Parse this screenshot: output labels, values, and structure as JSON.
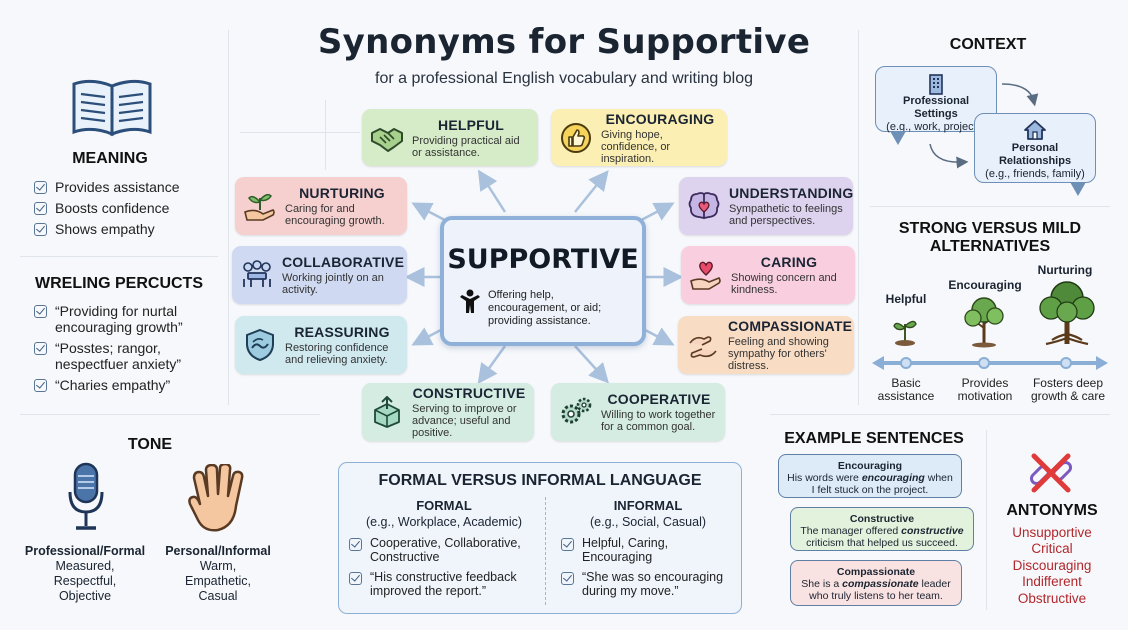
{
  "title": "Synonyms for Supportive",
  "subtitle": "for a professional English vocabulary and writing blog",
  "meaning": {
    "heading": "MEANING",
    "items": [
      "Provides assistance",
      "Boosts confidence",
      "Shows empathy"
    ]
  },
  "usage": {
    "heading": "WRELING PERCUCTS",
    "items": [
      "“Providing for nurtal encouraging growth”",
      "“Posstes; rangor, nespectfuer anxiety”",
      "“Charies empathy”"
    ]
  },
  "tone": {
    "heading": "TONE",
    "formal_label": "Professional/Formal",
    "formal_desc": "Measured, Respectful, Objective",
    "informal_label": "Personal/Informal",
    "informal_desc": "Warm, Empathetic, Casual"
  },
  "center": {
    "title": "SUPPORTIVE",
    "desc": "Offering help, encouragement, or aid; providing assistance."
  },
  "synonyms": {
    "helpful": {
      "title": "HELPFUL",
      "desc": "Providing practical aid or assistance.",
      "icon": "handshake-icon"
    },
    "encouraging": {
      "title": "ENCOURAGING",
      "desc": "Giving hope, confidence, or inspiration.",
      "icon": "thumbs-up-icon"
    },
    "nurturing": {
      "title": "NURTURING",
      "desc": "Caring for and encouraging growth.",
      "icon": "seedling-hand-icon"
    },
    "understanding": {
      "title": "UNDERSTANDING",
      "desc": "Sympathetic to feelings and perspectives.",
      "icon": "brain-heart-icon"
    },
    "collaborative": {
      "title": "COLLABORATIVE",
      "desc": "Working jointly on an activity.",
      "icon": "team-table-icon"
    },
    "caring": {
      "title": "CARING",
      "desc": "Showing concern and kindness.",
      "icon": "heart-hand-icon"
    },
    "reassuring": {
      "title": "REASSURING",
      "desc": "Restoring confidence and relieving anxiety.",
      "icon": "shield-wave-icon"
    },
    "compassionate": {
      "title": "COMPASSIONATE",
      "desc": "Feeling and showing sympathy for others' distress.",
      "icon": "giving-hands-icon"
    },
    "constructive": {
      "title": "CONSTRUCTIVE",
      "desc": "Serving to improve or advance; useful and positive.",
      "icon": "box-arrow-icon"
    },
    "cooperative": {
      "title": "COOPERATIVE",
      "desc": "Willing to work together for a common goal.",
      "icon": "gears-icon"
    }
  },
  "context": {
    "heading": "CONTEXT",
    "professional_title": "Professional Settings",
    "professional_sub": "(e.g., work, projects)",
    "personal_title": "Personal Relationships",
    "personal_sub": "(e.g., friends, family)"
  },
  "strength": {
    "heading": "STRONG VERSUS MILD ALTERNATIVES",
    "helpful_label": "Helpful",
    "encouraging_label": "Encouraging",
    "nurturing_label": "Nurturing",
    "basic": "Basic assistance",
    "provides": "Provides motivation",
    "fosters": "Fosters deep growth & care",
    "accent": "#8aaed6"
  },
  "formal_informal": {
    "heading": "FORMAL VERSUS INFORMAL LANGUAGE",
    "formal_head": "FORMAL",
    "formal_sub": "(e.g., Workplace, Academic)",
    "formal_words": "Cooperative, Collaborative, Constructive",
    "formal_example": "“His constructive feedback improved the report.”",
    "informal_head": "INFORMAL",
    "informal_sub": "(e.g., Social, Casual)",
    "informal_words": "Helpful, Caring, Encouraging",
    "informal_example": "“She was so encouraging during my move.”"
  },
  "examples": {
    "heading": "EXAMPLE SENTENCES",
    "e1_head": "Encouraging",
    "e1_a": "His words were ",
    "e1_em": "encouraging",
    "e1_b": " when I felt stuck on the project.",
    "e2_head": "Constructive",
    "e2_a": "The manager offered ",
    "e2_em": "constructive",
    "e2_b": " criticism that helped us succeed.",
    "e3_head": "Compassionate",
    "e3_a": "She is a ",
    "e3_em": "compassionate",
    "e3_b": " leader who truly listens to her team."
  },
  "antonyms": {
    "heading": "ANTONYMS",
    "items": [
      "Unsupportive",
      "Critical",
      "Discouraging",
      "Indifferent",
      "Obstructive"
    ],
    "color": "#b2282c"
  }
}
